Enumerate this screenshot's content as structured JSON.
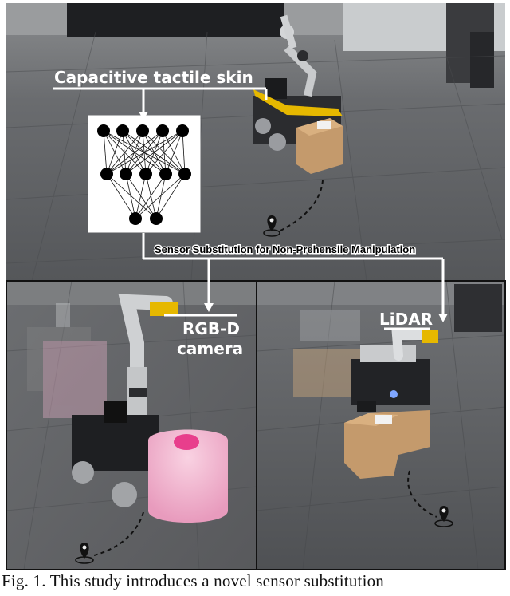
{
  "figure": {
    "top_label": "Capacitive tactile skin",
    "substitution_label": "Sensor Substitution for Non-Prehensile Manipulation",
    "camera_label_line1": "RGB-D",
    "camera_label_line2": "camera",
    "lidar_label": "LiDAR"
  },
  "caption": {
    "text": "Fig. 1.  This study introduces a novel sensor substitution"
  },
  "colors": {
    "floor": "#5e6063",
    "tactile_skin": "#e6b800",
    "box": "#c49a6c",
    "pink_object": "#f3b6d0"
  }
}
